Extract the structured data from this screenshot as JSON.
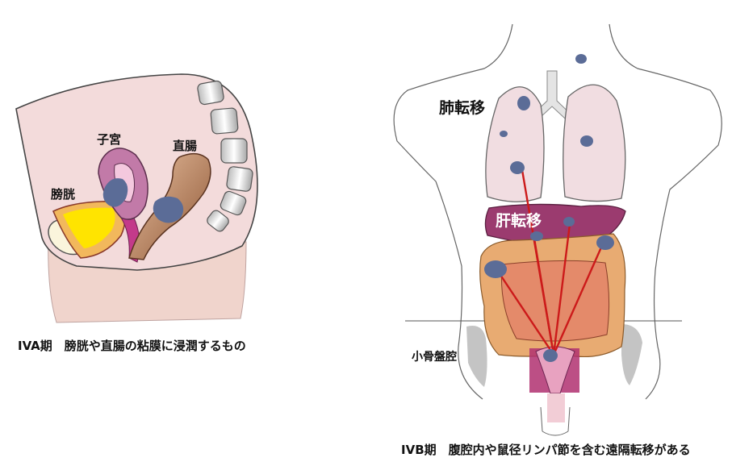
{
  "left_panel": {
    "labels": {
      "uterus": "子宮",
      "rectum": "直腸",
      "bladder": "膀胱"
    },
    "caption": "IVA期　膀胱や直腸の粘膜に浸潤するもの"
  },
  "right_panel": {
    "labels": {
      "lung_metastasis": "肺転移",
      "liver_metastasis": "肝転移",
      "pelvic_cavity": "小骨盤腔"
    },
    "caption": "IVB期　腹腔内や鼠径リンパ節を含む遠隔転移がある"
  },
  "colors": {
    "skin": "#f2d9d6",
    "lung": "#f1dde1",
    "liver": "#9b3b6f",
    "tumor": "#5b6c97",
    "spread_line": "#cc1a1a",
    "bladder_urine": "#ffe400",
    "rectum": "#b87a55",
    "uterus": "#c27aa8",
    "intestine": "#e0a070"
  }
}
